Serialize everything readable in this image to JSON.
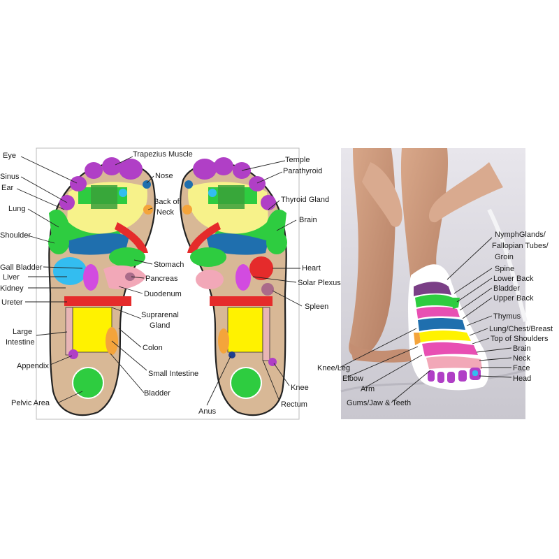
{
  "chart_left": {
    "labels_left": [
      "Eye",
      "Sinus",
      "Ear",
      "Lung",
      "Shoulder",
      "Gall Bladder",
      "Liver",
      "Kidney",
      "Ureter",
      "Large",
      "Intestine",
      "Appendix",
      "Pelvic Area"
    ],
    "labels_center": [
      "Trapezius Muscle",
      "Nose",
      "Back of",
      "Neck",
      "Stomach",
      "Pancreas",
      "Duodenum",
      "Suprarenal",
      "Gland",
      "Colon",
      "Small Intestine",
      "Bladder",
      "Anus"
    ],
    "labels_right": [
      "Temple",
      "Parathyroid",
      "Thyroid Gland",
      "Brain",
      "Heart",
      "Solar Plexus",
      "Spleen",
      "Knee",
      "Rectum"
    ]
  },
  "chart_right": {
    "labels": [
      "NymphGlands/",
      "Fallopian Tubes/",
      "Groin",
      "Spine",
      "Lower Back",
      "Bladder",
      "Upper Back",
      "Thymus",
      "Lung/Chest/Breast",
      "Top of Shoulders",
      "Brain",
      "Neck",
      "Face",
      "Head"
    ],
    "labels_bottom": [
      "Knee/Leg",
      "Elbow",
      "Arm",
      "Gums/Jaw & Teeth"
    ]
  },
  "colors": {
    "toe": "#b03fc6",
    "skin": "#d8b896",
    "yellow": "#f7f28a",
    "green": "#2ecc40",
    "blue": "#1f6fae",
    "cyan": "#33bdf0",
    "red": "#e52b2b",
    "pink": "#f2a8b8",
    "orange": "#f4a43b",
    "bright_yellow": "#fff200",
    "magenta": "#e84fb3"
  }
}
